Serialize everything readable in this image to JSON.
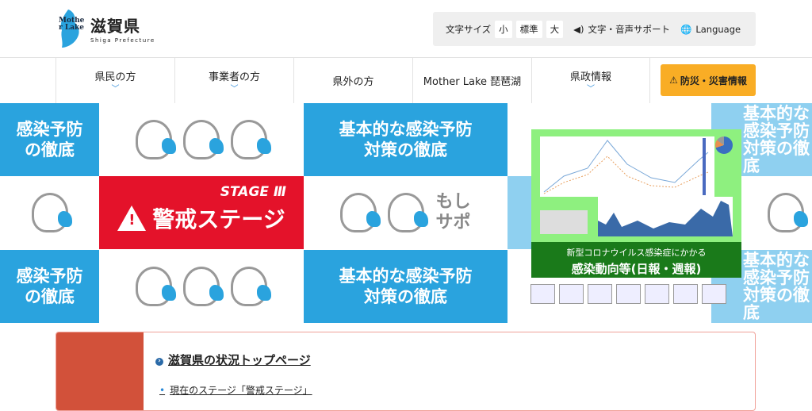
{
  "header": {
    "logo_jp": "滋賀県",
    "logo_en": "Shiga Prefecture",
    "logo_mark": "Mother Lake"
  },
  "utility": {
    "font_size_label": "文字サイズ",
    "sizes": [
      "小",
      "標準",
      "大"
    ],
    "speech_support": "文字・音声サポート",
    "language": "Language"
  },
  "nav": {
    "items": [
      {
        "label": "県民の方",
        "chevron": true
      },
      {
        "label": "事業者の方",
        "chevron": true
      },
      {
        "label": "県外の方",
        "chevron": false
      },
      {
        "label": "Mother Lake 琵琶湖",
        "chevron": false
      },
      {
        "label": "県政情報",
        "chevron": true
      }
    ],
    "disaster": "防災・災害情報"
  },
  "banner": {
    "prevention_l1": "基本的な感染予防",
    "prevention_l2": "対策の徹底",
    "partial_l1": "感染予防",
    "partial_l2": "の徹底",
    "stage": "STAGE Ⅲ",
    "alert": "警戒ステージ",
    "moshi_l1": "もし",
    "moshi_l2": "サポ",
    "card_l1": "新型コロナウイルス感染症にかかる",
    "card_l2": "感染動向等(日報・週報)"
  },
  "colors": {
    "blue": "#2aa3de",
    "red": "#e4122a",
    "orange": "#f9ad25",
    "green": "#1a7a1a"
  },
  "info": {
    "heading": "滋賀県の状況トップページ",
    "links": [
      "現在のステージ「警戒ステージ」"
    ]
  }
}
